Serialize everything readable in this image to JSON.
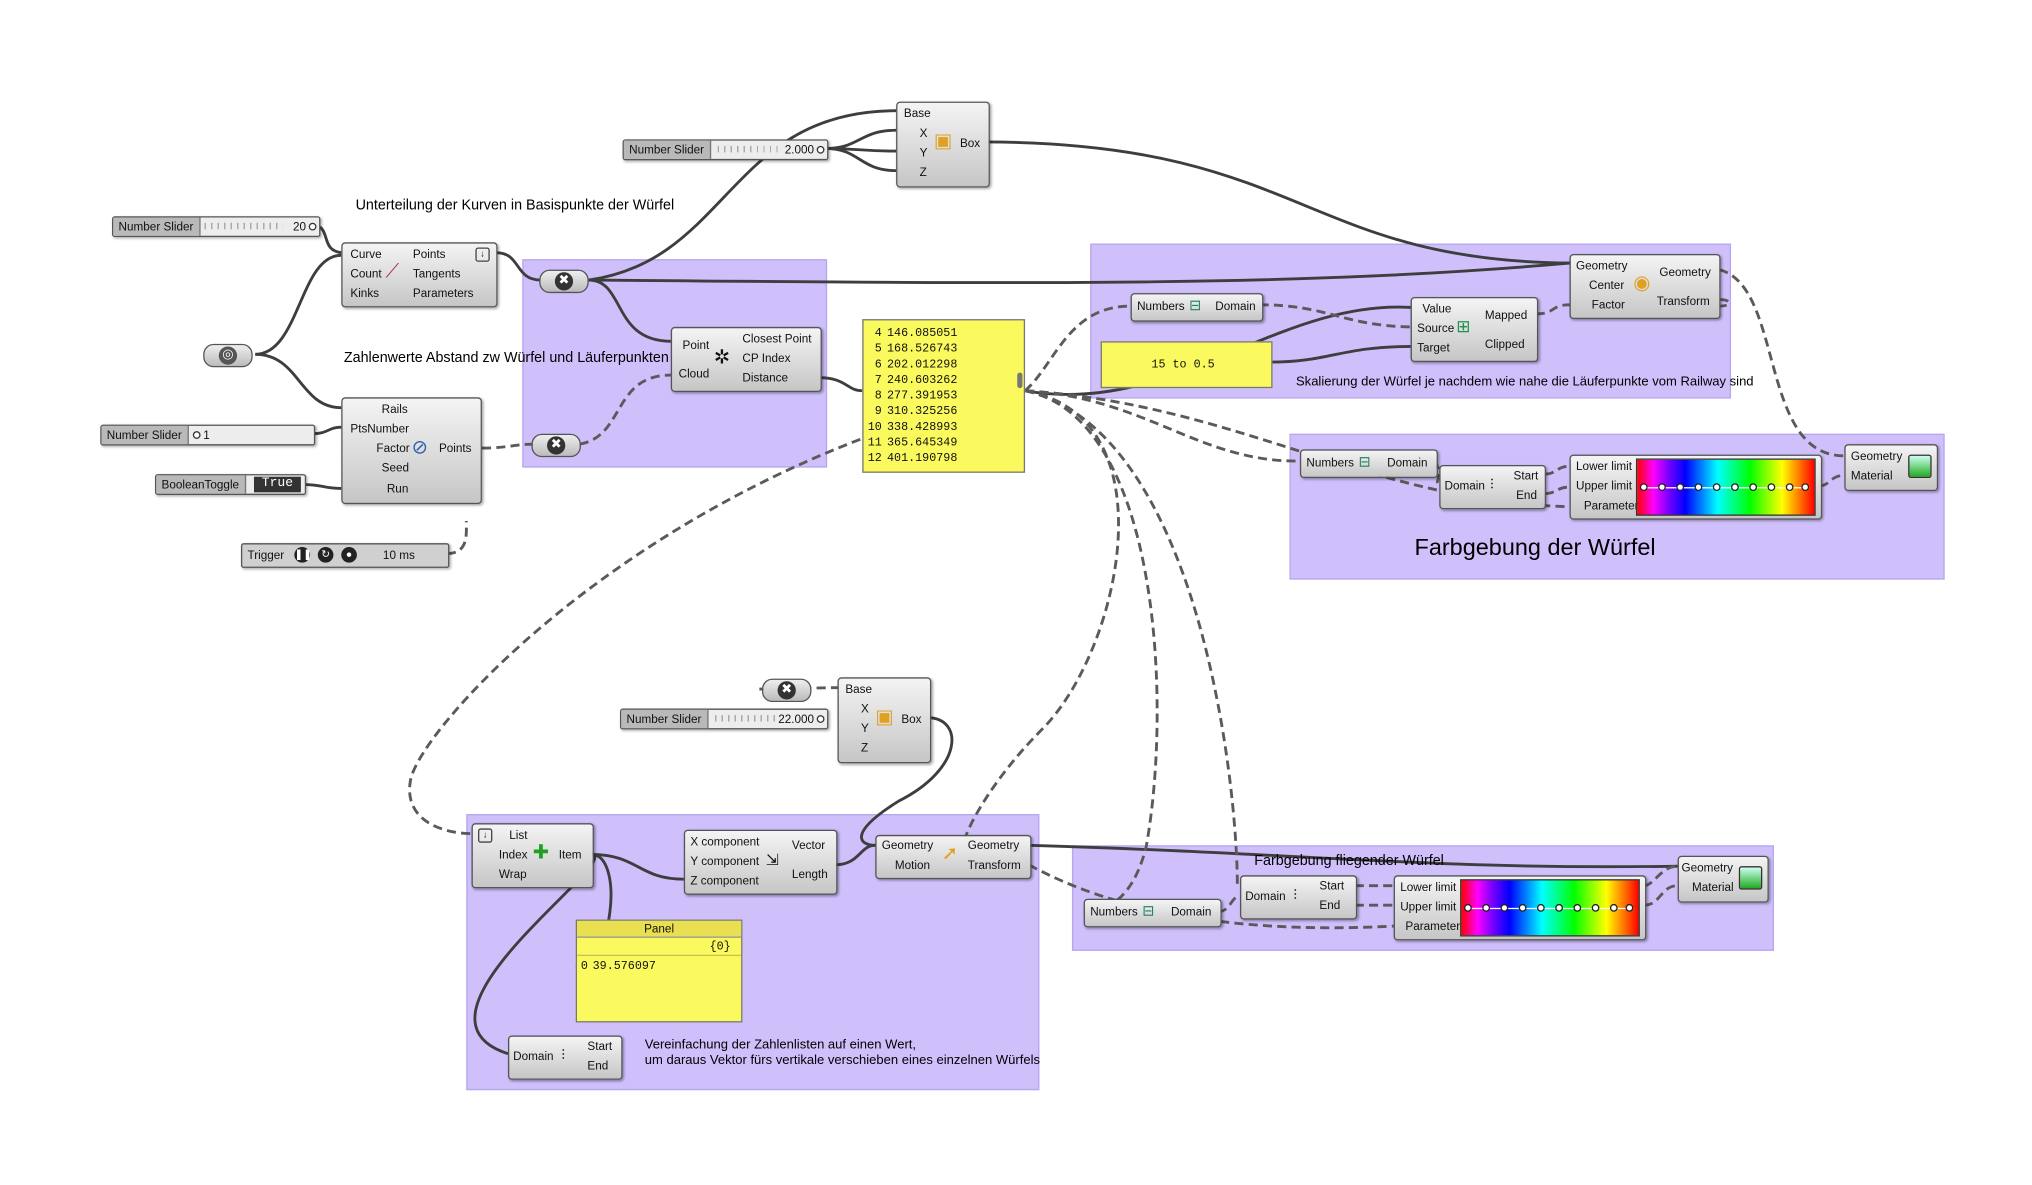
{
  "groups": [
    {
      "label": "Unterteilung der Kurven in Basispunkte der Würfel"
    },
    {
      "label": "Zahlenwerte Abstand zw Würfel und Läuferpunkten"
    },
    {
      "label": "Skalierung der Würfel je nachdem wie nahe die Läuferpunkte vom Railway sind"
    },
    {
      "label": "Farbgebung der Würfel"
    },
    {
      "label": "Farbgebung fliegender Würfel"
    },
    {
      "label": "Vereinfachung der Zahlenlisten auf einen Wert,"
    },
    {
      "label": "um daraus Vektor fürs vertikale verschieben eines einzelnen Würfels"
    }
  ],
  "sliders": [
    {
      "name": "Number Slider",
      "value": "20"
    },
    {
      "name": "Number Slider",
      "value": "2.000"
    },
    {
      "name": "Number Slider",
      "value": "1"
    },
    {
      "name": "Number Slider",
      "value": "22.000"
    }
  ],
  "toggle": {
    "name": "BooleanToggle",
    "value": "True"
  },
  "trigger": {
    "name": "Trigger",
    "interval": "10 ms"
  },
  "divide": {
    "in": [
      "Curve",
      "Count",
      "Kinks"
    ],
    "out": [
      "Points",
      "Tangents",
      "Parameters"
    ]
  },
  "railway": {
    "in": [
      "Rails",
      "PtsNumber",
      "Factor",
      "Seed",
      "Run"
    ],
    "out": "Points"
  },
  "box1": {
    "in": [
      "Base",
      "X",
      "Y",
      "Z"
    ],
    "out": "Box"
  },
  "box2": {
    "in": [
      "Base",
      "X",
      "Y",
      "Z"
    ],
    "out": "Box"
  },
  "closest": {
    "in": [
      "Point",
      "Cloud"
    ],
    "out": [
      "Closest Point",
      "CP Index",
      "Distance"
    ]
  },
  "distances": {
    "rows": [
      {
        "i": "4",
        "v": "146.085051"
      },
      {
        "i": "5",
        "v": "168.526743"
      },
      {
        "i": "6",
        "v": "202.012298"
      },
      {
        "i": "7",
        "v": "240.603262"
      },
      {
        "i": "8",
        "v": "277.391953"
      },
      {
        "i": "9",
        "v": "310.325256"
      },
      {
        "i": "10",
        "v": "338.428993"
      },
      {
        "i": "11",
        "v": "365.645349"
      },
      {
        "i": "12",
        "v": "401.190798"
      }
    ]
  },
  "bounds1": {
    "in": "Numbers",
    "out": "Domain"
  },
  "bounds2": {
    "in": "Numbers",
    "out": "Domain"
  },
  "bounds3": {
    "in": "Numbers",
    "out": "Domain"
  },
  "range_panel": {
    "text": "15 to 0.5"
  },
  "remap": {
    "in": [
      "Value",
      "Source",
      "Target"
    ],
    "out": [
      "Mapped",
      "Clipped"
    ]
  },
  "scale": {
    "in": [
      "Geometry",
      "Center",
      "Factor"
    ],
    "out": [
      "Geometry",
      "Transform"
    ]
  },
  "deconstruct1": {
    "in": "Domain",
    "out": [
      "Start",
      "End"
    ]
  },
  "deconstruct2": {
    "in": "Domain",
    "out": [
      "Start",
      "End"
    ]
  },
  "deconstruct3": {
    "in": "Domain",
    "out": [
      "Start",
      "End"
    ]
  },
  "gradient1": {
    "in": [
      "Lower limit",
      "Upper limit",
      "Parameter"
    ]
  },
  "gradient2": {
    "in": [
      "Lower limit",
      "Upper limit",
      "Parameter"
    ]
  },
  "preview1": {
    "in": [
      "Geometry",
      "Material"
    ]
  },
  "preview2": {
    "in": [
      "Geometry",
      "Material"
    ]
  },
  "listitem": {
    "in": [
      "List",
      "Index",
      "Wrap"
    ],
    "out": "Item"
  },
  "vector": {
    "in": [
      "X component",
      "Y component",
      "Z component"
    ],
    "out": [
      "Vector",
      "Length"
    ]
  },
  "move": {
    "in": [
      "Geometry",
      "Motion"
    ],
    "out": [
      "Geometry",
      "Transform"
    ]
  },
  "panel": {
    "title": "Panel",
    "path": "{0}",
    "index": "0",
    "value": "39.576097"
  },
  "colors": {
    "group": "#a78cfa",
    "panel": "#fafa5e",
    "component": "#d8d8d8"
  }
}
